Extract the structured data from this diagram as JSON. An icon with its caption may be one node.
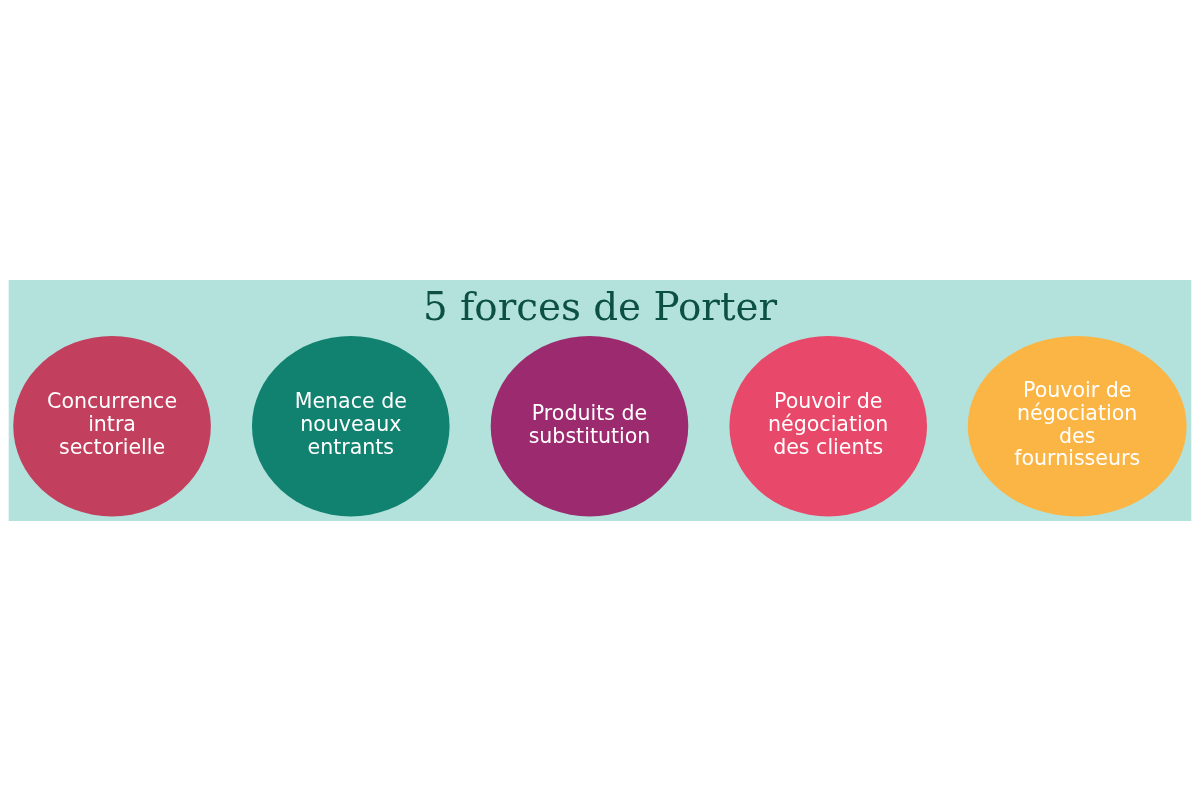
{
  "diagram": {
    "title": "5 forces de Porter",
    "nodes": [
      {
        "text": [
          "Concurrence intra sectorielle"
        ]
      },
      {
        "text": [
          "Menace de nouveaux entrants"
        ]
      },
      {
        "text": [
          "Produits de substitution"
        ]
      },
      {
        "text": [
          "Pouvoir de négociation des clients"
        ]
      },
      {
        "text": [
          "Pouvoir de négociation des fournisseurs"
        ]
      }
    ]
  }
}
